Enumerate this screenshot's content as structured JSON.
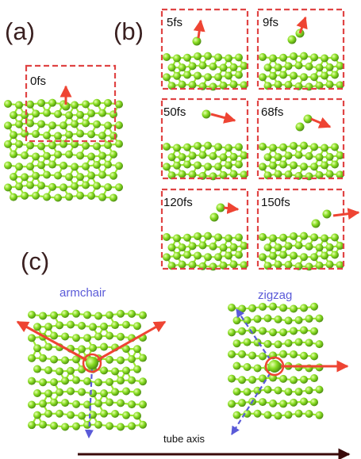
{
  "panel_labels": {
    "a": "(a)",
    "b": "(b)",
    "c": "(c)"
  },
  "panel_a": {
    "time": "0fs"
  },
  "panel_b": {
    "frames": [
      {
        "time": "5fs"
      },
      {
        "time": "9fs"
      },
      {
        "time": "50fs"
      },
      {
        "time": "68fs"
      },
      {
        "time": "120fs"
      },
      {
        "time": "150fs"
      }
    ]
  },
  "panel_c": {
    "armchair": "armchair",
    "zigzag": "zigzag",
    "tube_axis": "tube axis"
  },
  "colors": {
    "atom": "#88dd22",
    "atom_edge": "#4f8f12",
    "bond": "#9be830",
    "vector": "#ee4433",
    "dashed_box": "#e04444",
    "direction_vector": "#5a5ad8",
    "axis_arrow": "#3a0a0a"
  }
}
